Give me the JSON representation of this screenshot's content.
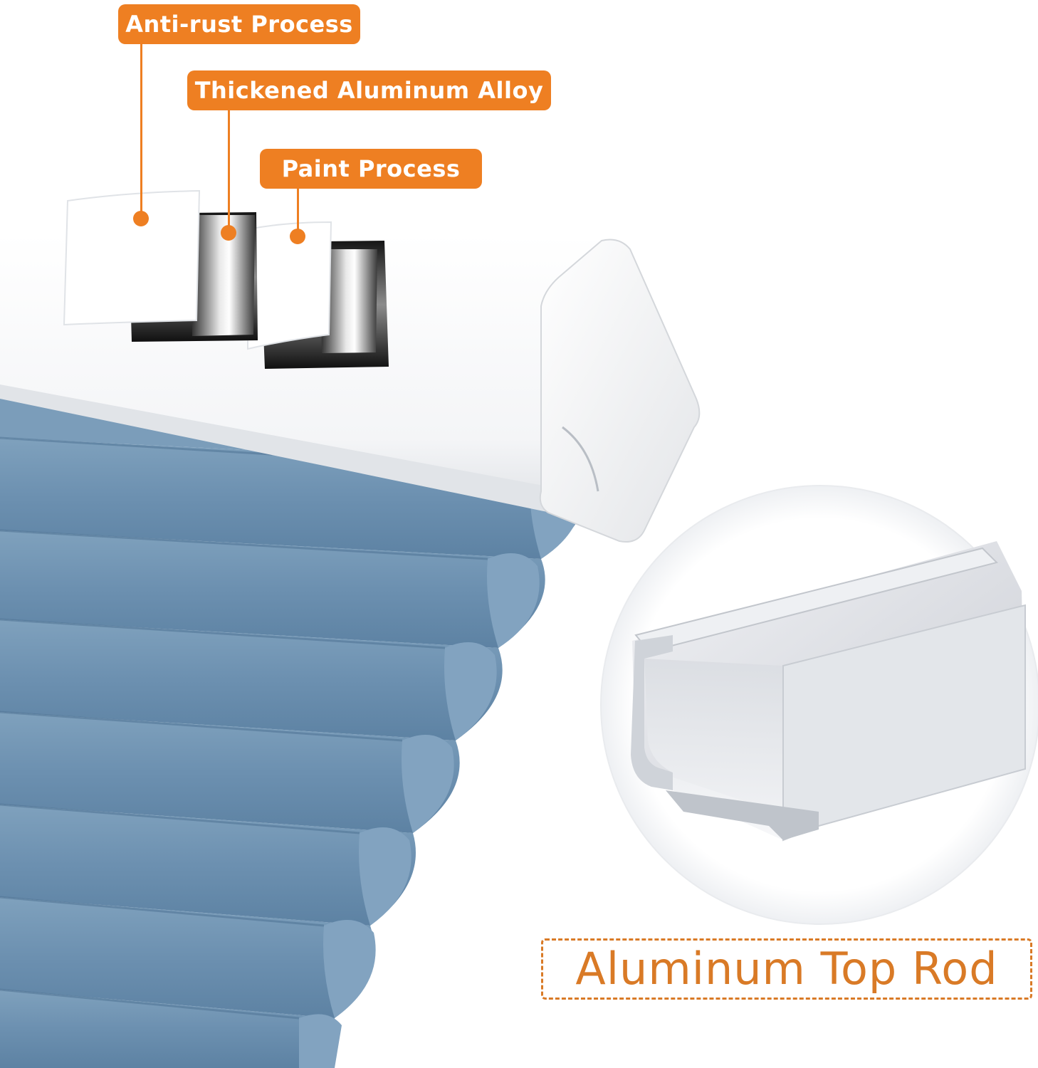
{
  "colors": {
    "accent": "#ee7f22",
    "fabric": "#6e93b2",
    "caption_text": "#d97a26",
    "rail": "#f7f8fa"
  },
  "callouts": [
    {
      "label": "Anti-rust Process"
    },
    {
      "label": "Thickened Aluminum Alloy"
    },
    {
      "label": "Paint Process"
    }
  ],
  "caption": {
    "label": "Aluminum Top Rod"
  }
}
